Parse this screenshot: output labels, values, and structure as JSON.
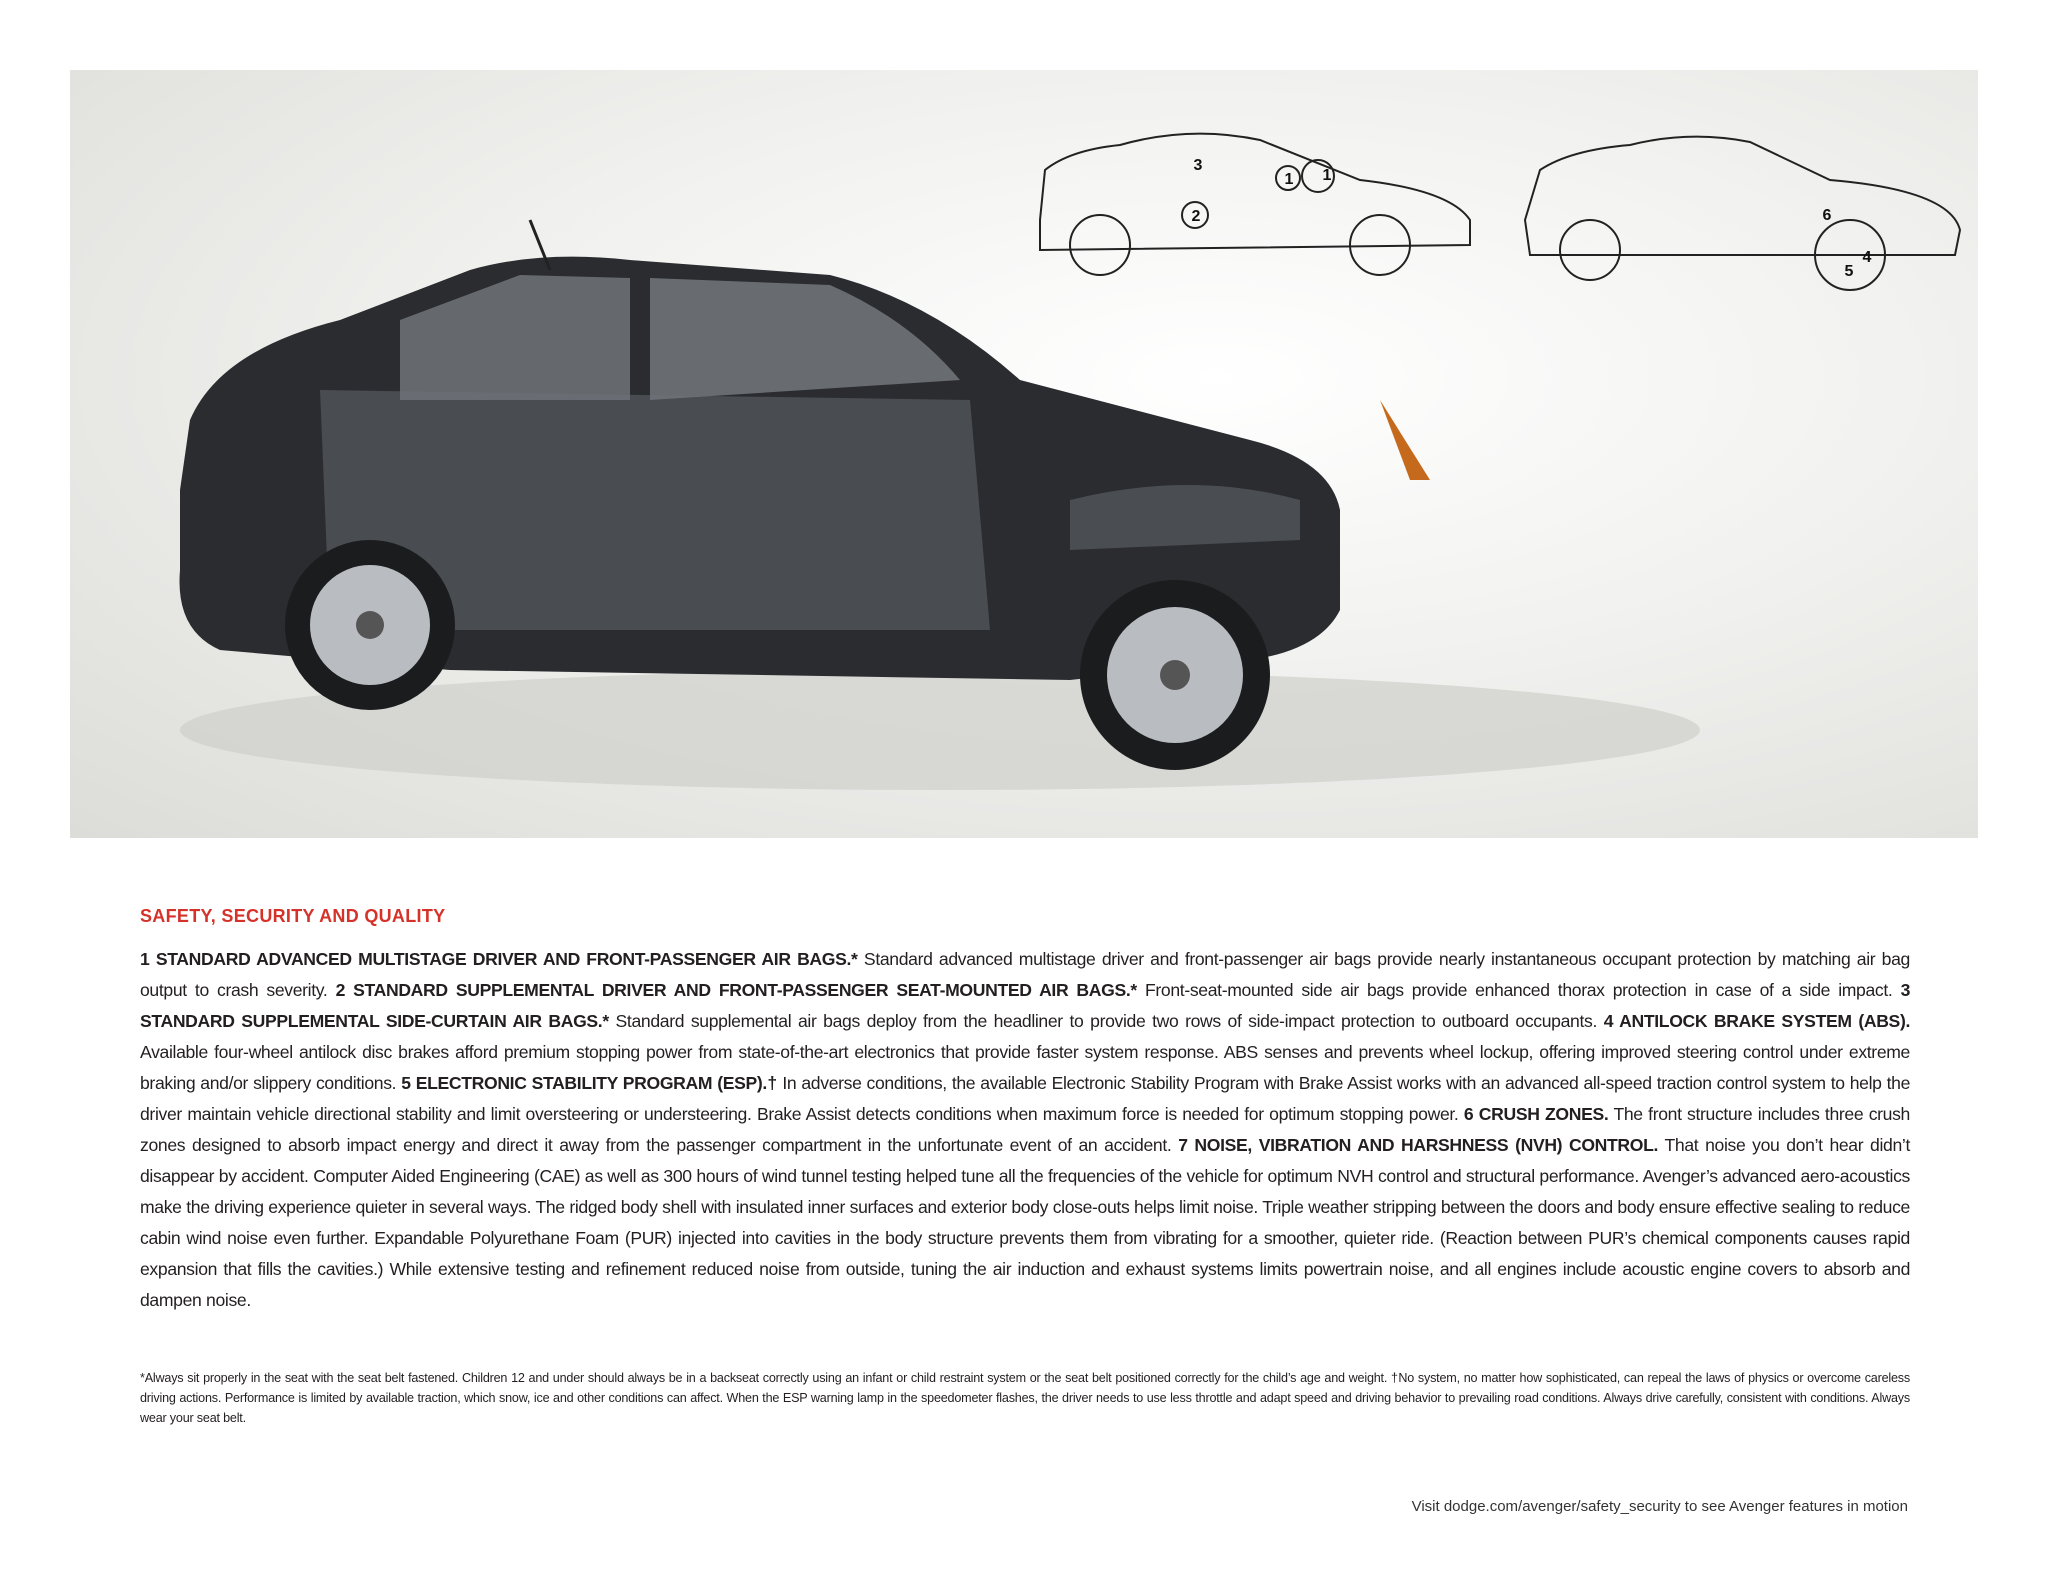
{
  "hero": {
    "callouts_left": [
      "1",
      "1",
      "2",
      "3"
    ],
    "callouts_right": [
      "4",
      "5",
      "6"
    ]
  },
  "section": {
    "heading": "SAFETY, SECURITY AND QUALITY",
    "items": [
      {
        "title": "1 STANDARD ADVANCED MULTISTAGE DRIVER AND FRONT-PASSENGER AIR BAGS.*",
        "text": " Standard advanced multistage driver and front-passenger air bags provide nearly instantaneous occupant protection by matching air bag output to crash severity. "
      },
      {
        "title": "2 STANDARD SUPPLEMENTAL DRIVER AND FRONT-PASSENGER SEAT-MOUNTED AIR BAGS.*",
        "text": " Front-seat-mounted side air bags provide enhanced thorax protection in case of a side impact. "
      },
      {
        "title": "3 STANDARD SUPPLEMENTAL SIDE-CURTAIN AIR BAGS.*",
        "text": " Standard supplemental air bags deploy from the headliner to provide two rows of side-impact protection to outboard occupants. "
      },
      {
        "title": "4 ANTILOCK BRAKE SYSTEM (ABS).",
        "text": " Available four-wheel antilock disc brakes afford premium stopping power from state-of-the-art electronics that provide faster system response. ABS senses and prevents wheel lockup, offering improved steering control under extreme braking and/or slippery conditions. "
      },
      {
        "title": "5 ELECTRONIC STABILITY PROGRAM (ESP).†",
        "text": " In adverse conditions, the available Electronic Stability Program with Brake Assist works with an advanced all-speed traction control system to help the driver maintain vehicle directional stability and limit oversteering or understeering. Brake Assist detects conditions when maximum force is needed for optimum stopping power. "
      },
      {
        "title": "6 CRUSH ZONES.",
        "text": " The front structure includes three crush zones designed to absorb impact energy and direct it away from the passenger compartment in the unfortunate event of an accident. "
      },
      {
        "title": "7 NOISE, VIBRATION AND HARSHNESS (NVH) CONTROL.",
        "text": " That noise you don’t hear didn’t disappear by accident. Computer Aided Engineering (CAE) as well as 300 hours of wind tunnel testing helped tune all the frequencies of the vehicle for optimum NVH control and structural performance. Avenger’s advanced aero-acoustics make the driving experience quieter in several ways. The ridged body shell with insulated inner surfaces and exterior body close-outs helps limit noise. Triple weather stripping between the doors and body ensure effective sealing to reduce cabin wind noise even further. Expandable Polyurethane Foam (PUR) injected into cavities in the body structure prevents them from vibrating for a smoother, quieter ride. (Reaction between PUR’s chemical components causes rapid expansion that fills the cavities.) While extensive testing and refinement reduced noise from outside, tuning the air induction and exhaust systems limits powertrain noise, and all engines include acoustic engine covers to absorb and dampen noise."
      }
    ]
  },
  "footnote": "*Always sit properly in the seat with the seat belt fastened. Children 12 and under should always be in a backseat correctly using an infant or child restraint system or the seat belt positioned correctly for the child’s age and weight.  †No system, no matter how sophisticated, can repeal the laws of physics or overcome careless driving actions. Performance is limited by available traction, which snow, ice and other conditions can affect. When the ESP warning lamp in the speedometer flashes, the driver needs to use less throttle and adapt speed and driving behavior to prevailing road conditions. Always drive carefully, consistent with conditions. Always wear your seat belt.",
  "visit_line": "Visit dodge.com/avenger/safety_security to see Avenger features in motion",
  "colors": {
    "heading": "#d5322a",
    "text": "#231f20"
  }
}
